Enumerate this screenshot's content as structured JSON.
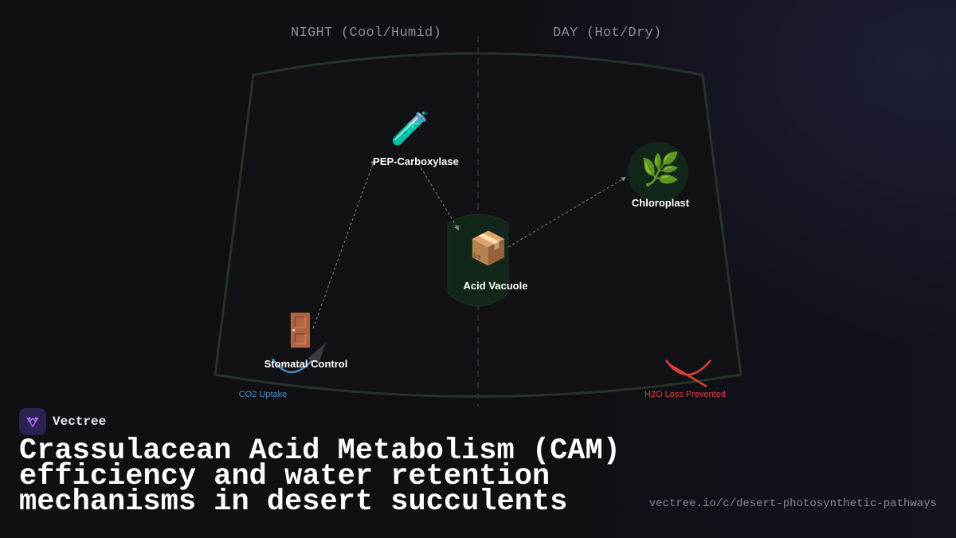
{
  "phases": {
    "night_label": "NIGHT (Cool/Humid)",
    "day_label": "DAY (Hot/Dry)"
  },
  "nodes": {
    "pep": {
      "label": "PEP-Carboxylase",
      "icon": "test-tube-icon"
    },
    "vacuole": {
      "label": "Acid Vacuole",
      "icon": "package-icon"
    },
    "chloroplast": {
      "label": "Chloroplast",
      "icon": "herb-leaf-icon"
    },
    "stomata": {
      "label": "Stomatal Control",
      "icon": "door-icon"
    }
  },
  "annotations": {
    "co2": "CO2 Uptake",
    "h2o": "H2O Loss Prevented"
  },
  "colors": {
    "background": "#0f0f14",
    "cell_outline": "#25332a",
    "co2": "#4a90c2",
    "h2o": "#d9413a",
    "brand": "#2a2250"
  },
  "brand": {
    "name": "Vectree"
  },
  "title": "Crassulacean Acid Metabolism (CAM) efficiency and water retention mechanisms in desert succulents",
  "url": "vectree.io/c/desert-photosynthetic-pathways"
}
